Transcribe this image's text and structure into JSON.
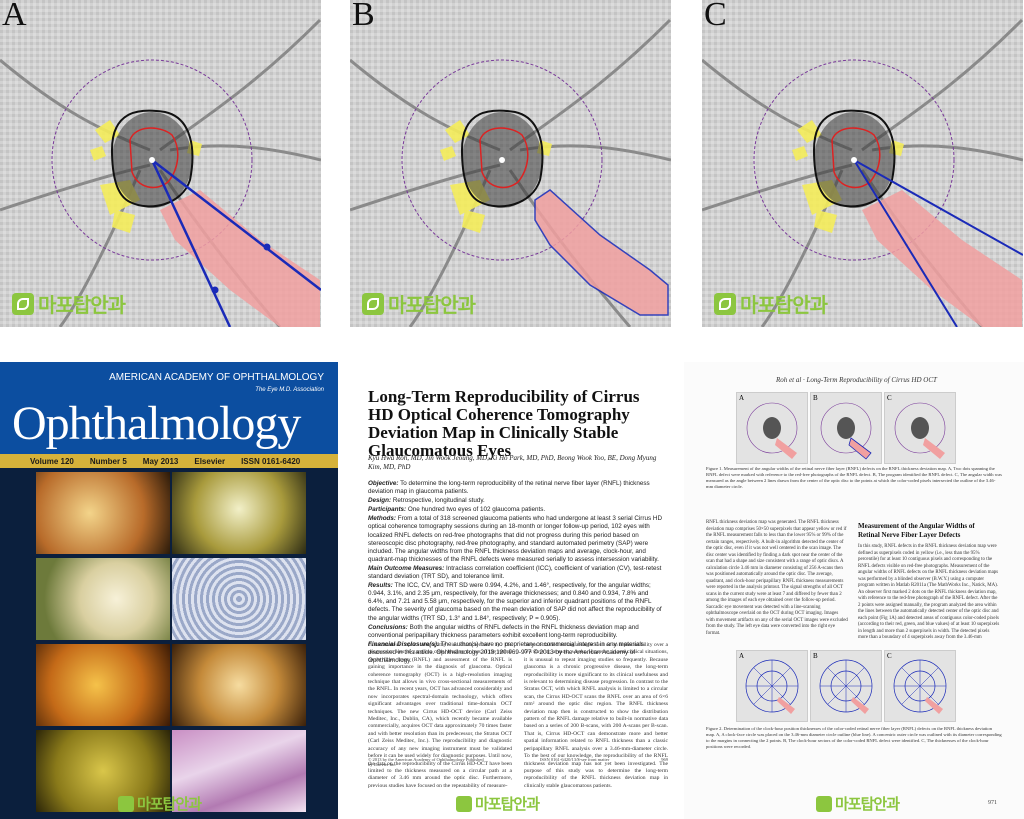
{
  "figure_panels": [
    {
      "label": "A"
    },
    {
      "label": "B"
    },
    {
      "label": "C"
    }
  ],
  "watermark": "마포탑안과",
  "cover": {
    "society_name": "AMERICAN ACADEMY OF OPHTHALMOLOGY",
    "society_tagline": "The Eye M.D. Association",
    "journal_title": "Ophthalmology",
    "volume": "Volume 120",
    "number": "Number 5",
    "date": "May 2013",
    "publisher": "Elsevier",
    "issn": "ISSN 0161-6420"
  },
  "article": {
    "title": "Long-Term Reproducibility of Cirrus HD Optical Coherence Tomography Deviation Map in Clinically Stable Glaucomatous Eyes",
    "authors": "Kyu Hwa Roh, MD, Jin Wook Jeoung, MD, Ki Ho Park, MD, PhD, Beong Wook Yoo, BE, Dong Myung Kim, MD, PhD",
    "abstract": [
      {
        "head": "Objective:",
        "text": "To determine the long-term reproducibility of the retinal nerve fiber layer (RNFL) thickness deviation map in glaucoma patients."
      },
      {
        "head": "Design:",
        "text": "Retrospective, longitudinal study."
      },
      {
        "head": "Participants:",
        "text": "One hundred two eyes of 102 glaucoma patients."
      },
      {
        "head": "Methods:",
        "text": "From a total of 318 screened glaucoma patients who had undergone at least 3 serial Cirrus HD optical coherence tomography sessions during an 18-month or longer follow-up period, 102 eyes with localized RNFL defects on red-free photographs that did not progress during this period based on stereoscopic disc photography, red-free photography, and standard automated perimetry (SAP) were included. The angular widths from the RNFL thickness deviation maps and average, clock-hour, and quadrant-map thicknesses of the RNFL defects were measured serially to assess intersession variability."
      },
      {
        "head": "Main Outcome Measures:",
        "text": "Intraclass correlation coefficient (ICC), coefficient of variation (CV), test-retest standard deviation (TRT SD), and tolerance limit."
      },
      {
        "head": "Results:",
        "text": "The ICC, CV, and TRT SD were 0.994, 4.2%, and 1.46°, respectively, for the angular widths; 0.944, 3.1%, and 2.35 μm, respectively, for the average thicknesses; and 0.840 and 0.934, 7.8% and 6.4%, and 7.21 and 5.58 μm, respectively, for the superior and inferior quadrant positions of the RNFL defects. The severity of glaucoma based on the mean deviation of SAP did not affect the reproducibility of the angular widths (TRT SD, 1.3° and 1.84°, respectively; P = 0.905)."
      },
      {
        "head": "Conclusions:",
        "text": "Both the angular widths of RNFL defects in the RNFL thickness deviation map and conventional peripapillary thickness parameters exhibit excellent long-term reproducibility."
      },
      {
        "head": "Financial Disclosure(s):",
        "text": "The author(s) have no proprietary or commercial interest in any materials discussed in this article. Ophthalmology 2013;120:969-977 © 2013 by the American Academy of Ophthalmology."
      }
    ],
    "body_left": "Glaucomatous optic neuropathy is characterized by the progressive loss of ganglion cells, leading to loss of the retinal nerve fiber layer (RNFL) and assessment of the RNFL is gaining importance in the diagnosis of glaucoma. Optical coherence tomography (OCT) is a high-resolution imaging technique that allows in vivo cross-sectional measurements of the RNFL. In recent years, OCT has advanced considerably and now incorporates spectral-domain technology, which offers significant advantages over traditional time-domain OCT techniques. The new Cirrus HD-OCT device (Carl Zeiss Meditec, Inc., Dublin, CA), which recently became available commercially, acquires OCT data approximately 70 times faster and with better resolution than its predecessor, the Stratus OCT (Carl Zeiss Meditec, Inc.). The reproducibility and diagnostic accuracy of any new imaging instrument must be validated before it can be used widely for diagnostic purposes. Until now, the data on the reproducibility of the Cirrus HD-OCT have been limited to the thickness measured on a circular path at a diameter of 3.46 mm around the optic disc. Furthermore, previous studies have focused on the repeatability of measure-",
    "body_right": "ments obtained during a single visit or on reproducibility over a few days or, at most, weeks. However, in real clinical situations, it is unusual to repeat imaging studies so frequently. Because glaucoma is a chronic progressive disease, the long-term reproducibility is more significant to its clinical usefulness and is relevant to determining disease progression. In contrast to the Stratus OCT, with which RNFL analysis is limited to a circular scan, the Cirrus HD-OCT scans the RNFL over an area of 6×6 mm² around the optic disc region. The RNFL thickness deviation map then is constructed to show the distribution pattern of the RNFL damage relative to built-in normative data based on a series of 200 B-scans, with 200 A-scans per B-scan. That is, Cirrus HD-OCT can demonstrate more and better spatial information related to RNFL thickness than a classic peripapillary RNFL analysis over a 3.46-mm-diameter circle. To the best of our knowledge, the reproducibility of the RNFL thickness deviation map has not yet been investigated. The purpose of this study was to determine the long-term reproducibility of the RNFL thickness deviation map in clinically stable glaucomatous patients.",
    "footer_left": "© 2013 by the American Academy of Ophthalmology Published by Elsevier Inc.",
    "footer_right": "ISSN 0161-6420/13/$-see front matter",
    "page_number": "969"
  },
  "page3": {
    "running_header": "Roh et al · Long-Term Reproducibility of Cirrus HD OCT",
    "fig1_caption": "Figure 1. Measurement of the angular widths of the retinal nerve fiber layer (RNFL) defects on the RNFL thickness deviation map. A, Two dots spanning the RNFL defect were marked with reference to the red-free photographs of the RNFL defect. B, The program identified the RNFL defect. C, The angular width was measured as the angle between 2 lines drawn from the center of the optic disc to the points at which the color-coded pixels intersected the outline of the 3.46-mm diameter circle.",
    "section_title": "Measurement of the Angular Widths of Retinal Nerve Fiber Layer Defects",
    "left_text": "RNFL thickness deviation map was generated. The RNFL thickness deviation map comprises 50×50 superpixels that appear yellow or red if the RNFL measurement falls to less than the lower 95% or 99% of the certain ranges, respectively. A built-in algorithm detected the center of the optic disc, even if it was not well centered in the scan image. The disc center was identified by finding a dark spot near the center of the scan that had a shape and size consistent with a range of optic discs. A calculation circle 3.46 mm in diameter consisting of 256 A-scans then was positioned automatically around the optic disc. The average, quadrant, and clock-hour peripapillary RNFL thickness measurements were reported in the analysis printout. The signal strengths of all OCT scans in the current study were at least 7 and differed by fewer than 2 among the images of each eye obtained over the follow-up period. Saccadic eye movement was detected with a line-scanning ophthalmoscope overlaid on the OCT during OCT imaging. Images with movement artifacts on any of the serial OCT images were excluded from the study. The left eye data were converted into the right eye format.",
    "right_text": "In this study, RNFL defects in the RNFL thickness deviation map were defined as superpixels coded in yellow (i.e., less than the 95% percentile) for at least 10 contiguous pixels and corresponding to the RNFL defects visible on red-free photographs. Measurement of the angular widths of RNFL defects on the RNFL thickness deviation maps was performed by a blinded observer (B.W.Y.) using a computer program written in Matlab R2011a (The MathWorks Inc., Natick, MA). An observer first marked 2 dots on the RNFL thickness deviation map, with reference to the red-free photograph of the RNFL defect. After the 2 points were assigned manually, the program analyzed the area within the lines between the automatically detected center of the optic disc and each point (Fig 1A) and detected areas of contiguous color-coded pixels (according to their red, green, and blue values) of at least 10 superpixels in length and more than 2 superpixels in width. The detected pixels more than a boundary of 4 superpixels away from the 3.46-mm",
    "fig2_caption": "Figure 2. Determination of the clock-hour position thicknesses of the color-coded retinal nerve fiber layer (RNFL) defects on the RNFL thickness deviation map. A, A clock-face circle was placed on the 3.46-mm diameter circle outline (blue line). A concentric outer circle was outlined with its diameter corresponding to the margins in connecting the 2 points. B, The clock-hour sectors of the color-coded RNFL defect were identified. C, The thicknesses of the clock-hour positions were recorded.",
    "page_number": "971",
    "fig_labels": [
      "A",
      "B",
      "C"
    ]
  }
}
